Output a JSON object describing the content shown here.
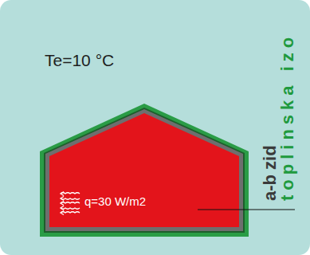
{
  "diagram": {
    "labels": [
      "Te=10 °C",
      "q=30 W/m2",
      "a-b zid",
      "toplinska izo"
    ]
  }
}
